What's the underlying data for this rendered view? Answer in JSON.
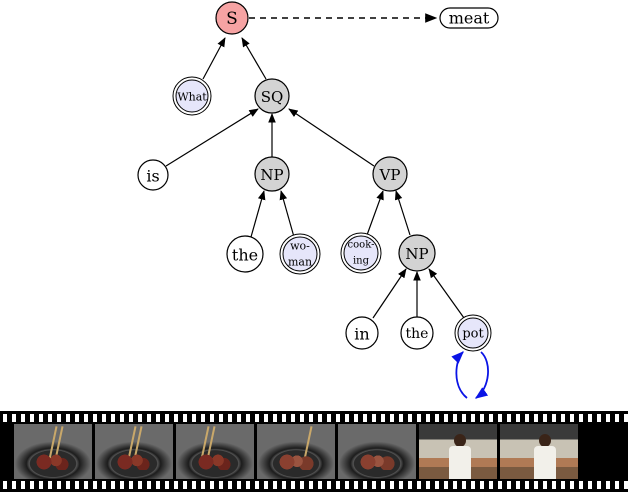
{
  "nodes": {
    "s": "S",
    "meat": "meat",
    "what": "What",
    "sq": "SQ",
    "is": "is",
    "np1": "NP",
    "vp": "VP",
    "the1": "the",
    "woman_1": "wo-",
    "woman_2": "man",
    "cooking_1": "cook-",
    "cooking_2": "ing",
    "np2": "NP",
    "in": "in",
    "the2": "the",
    "pot": "pot"
  },
  "colors": {
    "root_fill": "#f6a3a3",
    "phrase_fill": "#d3d3d3",
    "highlight_fill": "#e6e6fa",
    "plain_fill": "#ffffff",
    "loop_arrow": "#0a14e6"
  },
  "filmstrip": {
    "frames": [
      "pan-stick",
      "pan-stick",
      "pan-stick",
      "pan",
      "pan",
      "kitchen-person",
      "kitchen-person"
    ]
  }
}
